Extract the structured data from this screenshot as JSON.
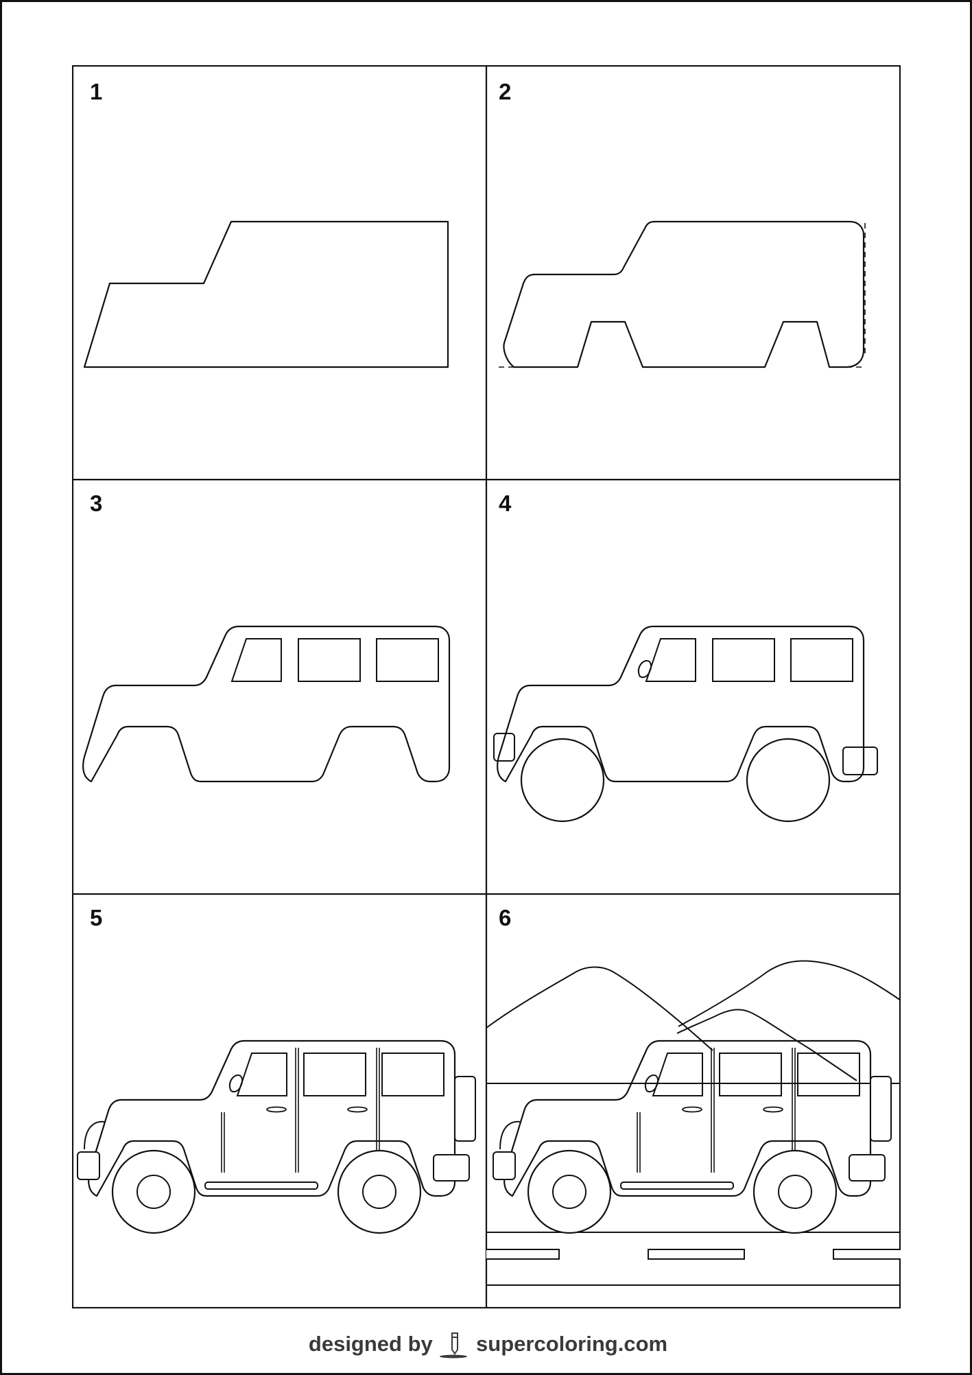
{
  "steps": [
    {
      "number": "1"
    },
    {
      "number": "2"
    },
    {
      "number": "3"
    },
    {
      "number": "4"
    },
    {
      "number": "5"
    },
    {
      "number": "6"
    }
  ],
  "footer": {
    "prefix": "designed by",
    "site": "supercoloring.com",
    "icon": "crayon-icon"
  },
  "colors": {
    "line": "#111111",
    "footer_text": "#3a3a3a",
    "background": "#ffffff"
  }
}
